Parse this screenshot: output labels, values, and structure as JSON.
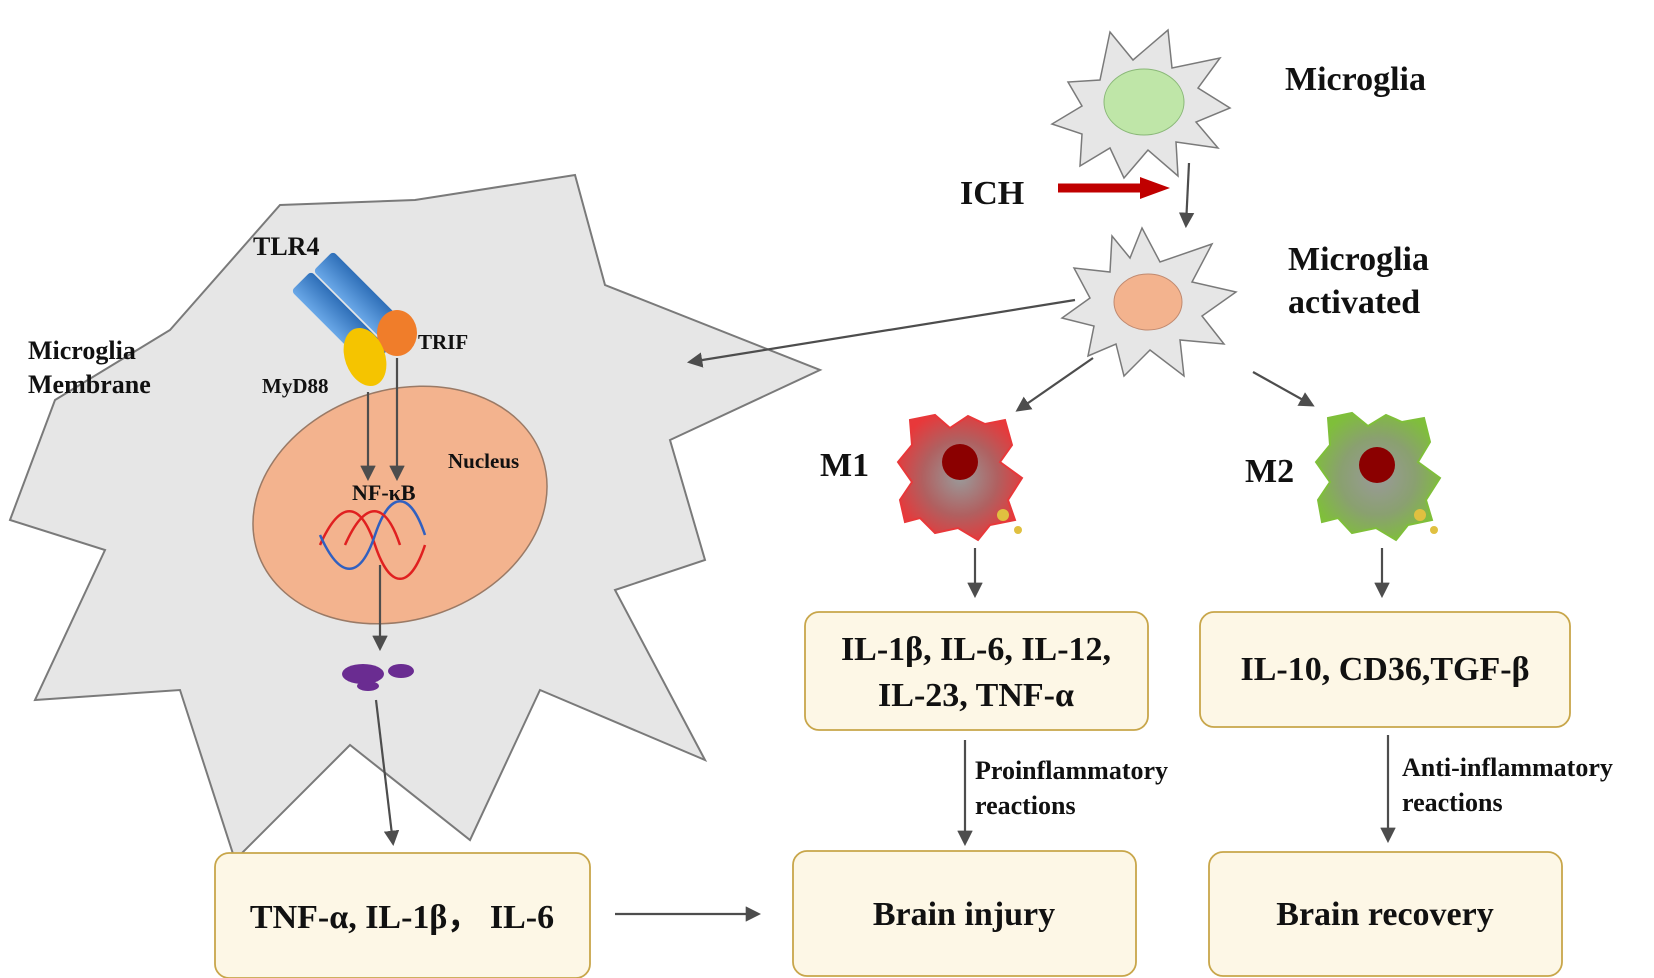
{
  "colors": {
    "cell_fill": "#e6e6e6",
    "cell_stroke": "#7a7a7a",
    "nucleus": "#f3b38e",
    "resting_nucleus": "#bfe6a8",
    "ich_arrow": "#c00000",
    "m1_color": "#e8383a",
    "m2_color": "#7fbf3a",
    "box_fill": "#fdf7e6",
    "box_border": "#c8a64a",
    "tlr4_blue": "#4a90d9",
    "trif_orange": "#f07d2a",
    "myd88_yellow": "#f5c400",
    "vesicle_purple": "#6a2c91",
    "dna_red": "#e02020",
    "dna_blue": "#3060c0"
  },
  "labels": {
    "microglia": "Microglia",
    "ich": "ICH",
    "microglia_activated_line1": "Microglia",
    "microglia_activated_line2": "activated",
    "membrane_line1": "Microglia",
    "membrane_line2": "Membrane",
    "tlr4": "TLR4",
    "trif": "TRIF",
    "myd88": "MyD88",
    "nucleus": "Nucleus",
    "nfkb": "NF-κB",
    "m1": "M1",
    "m2": "M2",
    "proinflammatory_line1": "Proinflammatory",
    "proinflammatory_line2": "reactions",
    "antiinflammatory_line1": "Anti-inflammatory",
    "antiinflammatory_line2": "reactions"
  },
  "boxes": {
    "m1_cytokines_line1": "IL-1β, IL-6, IL-12,",
    "m1_cytokines_line2": "IL-23, TNF-α",
    "m2_cytokines": "IL-10, CD36,TGF-β",
    "cell_cytokines": "TNF-α, IL-1β， IL-6",
    "brain_injury": "Brain injury",
    "brain_recovery": "Brain recovery"
  }
}
